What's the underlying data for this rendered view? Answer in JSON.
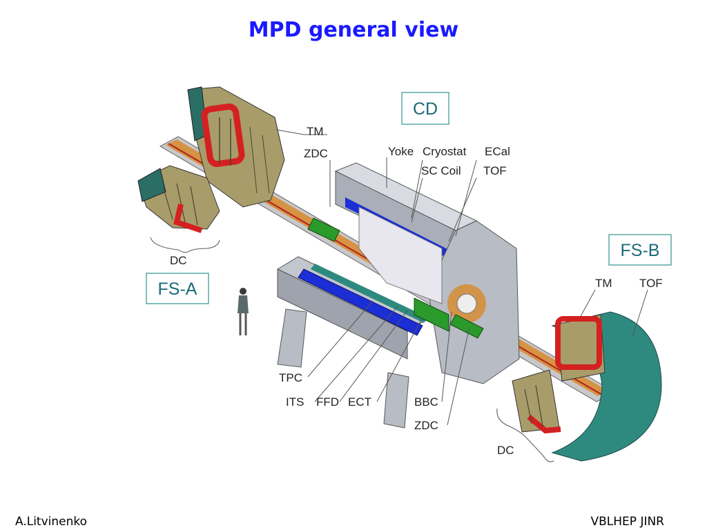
{
  "title": "MPD general view",
  "footer": {
    "author": "A.Litvinenko",
    "institute": "VBLHEP JINR"
  },
  "labels": {
    "cd": "CD",
    "fs_a": "FS-A",
    "fs_b": "FS-B",
    "tm_a": "TM",
    "zdc_a": "ZDC",
    "dc_a": "DC",
    "yoke": "Yoke",
    "cryostat": "Cryostat",
    "ecal": "ECal",
    "sc_coil": "SC Coil",
    "tof_cd": "TOF",
    "tm_b": "TM",
    "tof_b": "TOF",
    "tpc": "TPC",
    "its": "ITS",
    "ffd": "FFD",
    "ect": "ECT",
    "bbc": "BBC",
    "zdc_b": "ZDC",
    "dc_b": "DC"
  },
  "colors": {
    "title": "#1a1aff",
    "yoke_gray": "#b8bcc4",
    "tpc_blue": "#1c2ed6",
    "teal": "#2e8a7e",
    "coil_red": "#d42020",
    "olive": "#a89c6a",
    "beam_orange": "#d88a2a",
    "zdc_green": "#2a9a2a"
  }
}
